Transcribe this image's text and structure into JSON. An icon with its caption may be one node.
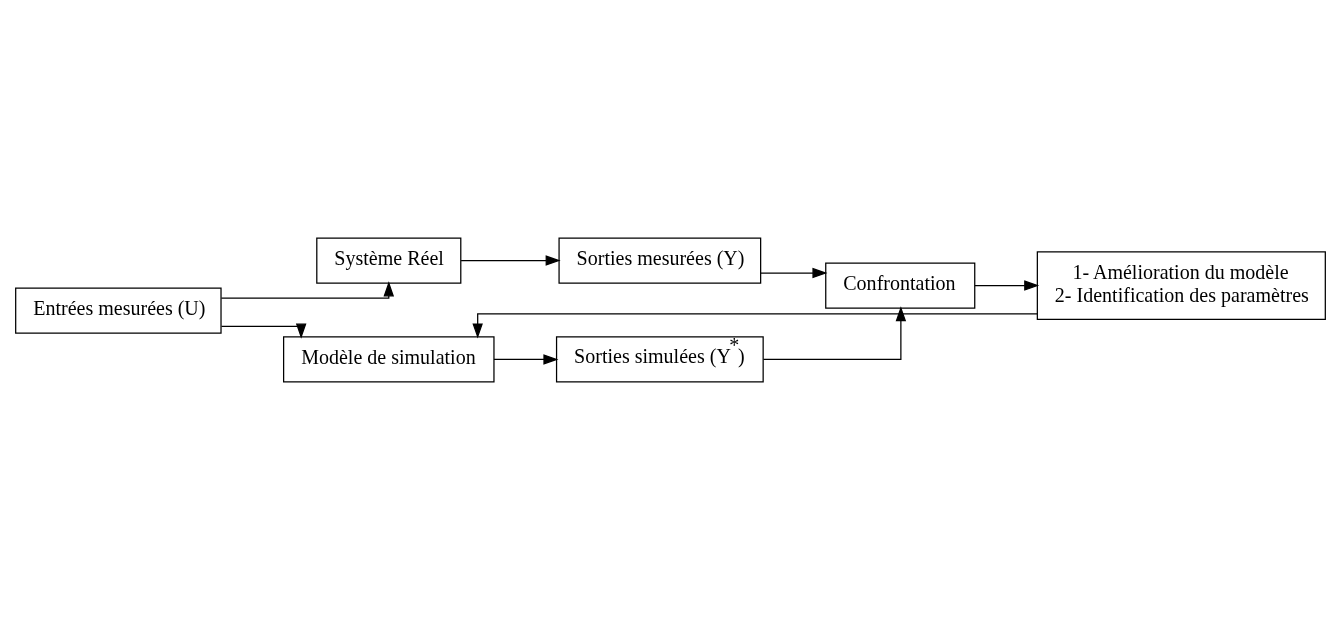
{
  "diagram": {
    "nodes": [
      {
        "text": [
          "Entrées mesurées (U)"
        ]
      },
      {
        "text": [
          "Système Réel"
        ]
      },
      {
        "text": [
          "Modèle de simulation"
        ]
      },
      {
        "text": [
          "Sorties mesurées (Y)"
        ]
      },
      {
        "text": [
          "Sorties simulées (Y$^{*}$)"
        ]
      },
      {
        "text": [
          "Confrontation"
        ]
      },
      {
        "text": [
          "1- Amélioration du modèle",
          "2- Identification des paramètres"
        ]
      }
    ],
    "edges": [
      {
        "from": 0,
        "to": 1,
        "arrow": "to"
      },
      {
        "from": 0,
        "to": 2,
        "arrow": "to"
      },
      {
        "from": 1,
        "to": 3,
        "arrow": "to"
      },
      {
        "from": 2,
        "to": 4,
        "arrow": "to"
      },
      {
        "from": 3,
        "to": 5,
        "arrow": "to"
      },
      {
        "from": 4,
        "to": 5,
        "arrow": "to"
      },
      {
        "from": 5,
        "to": 6,
        "arrow": "to"
      },
      {
        "from": 6,
        "to": 2,
        "arrow": "to"
      }
    ]
  }
}
